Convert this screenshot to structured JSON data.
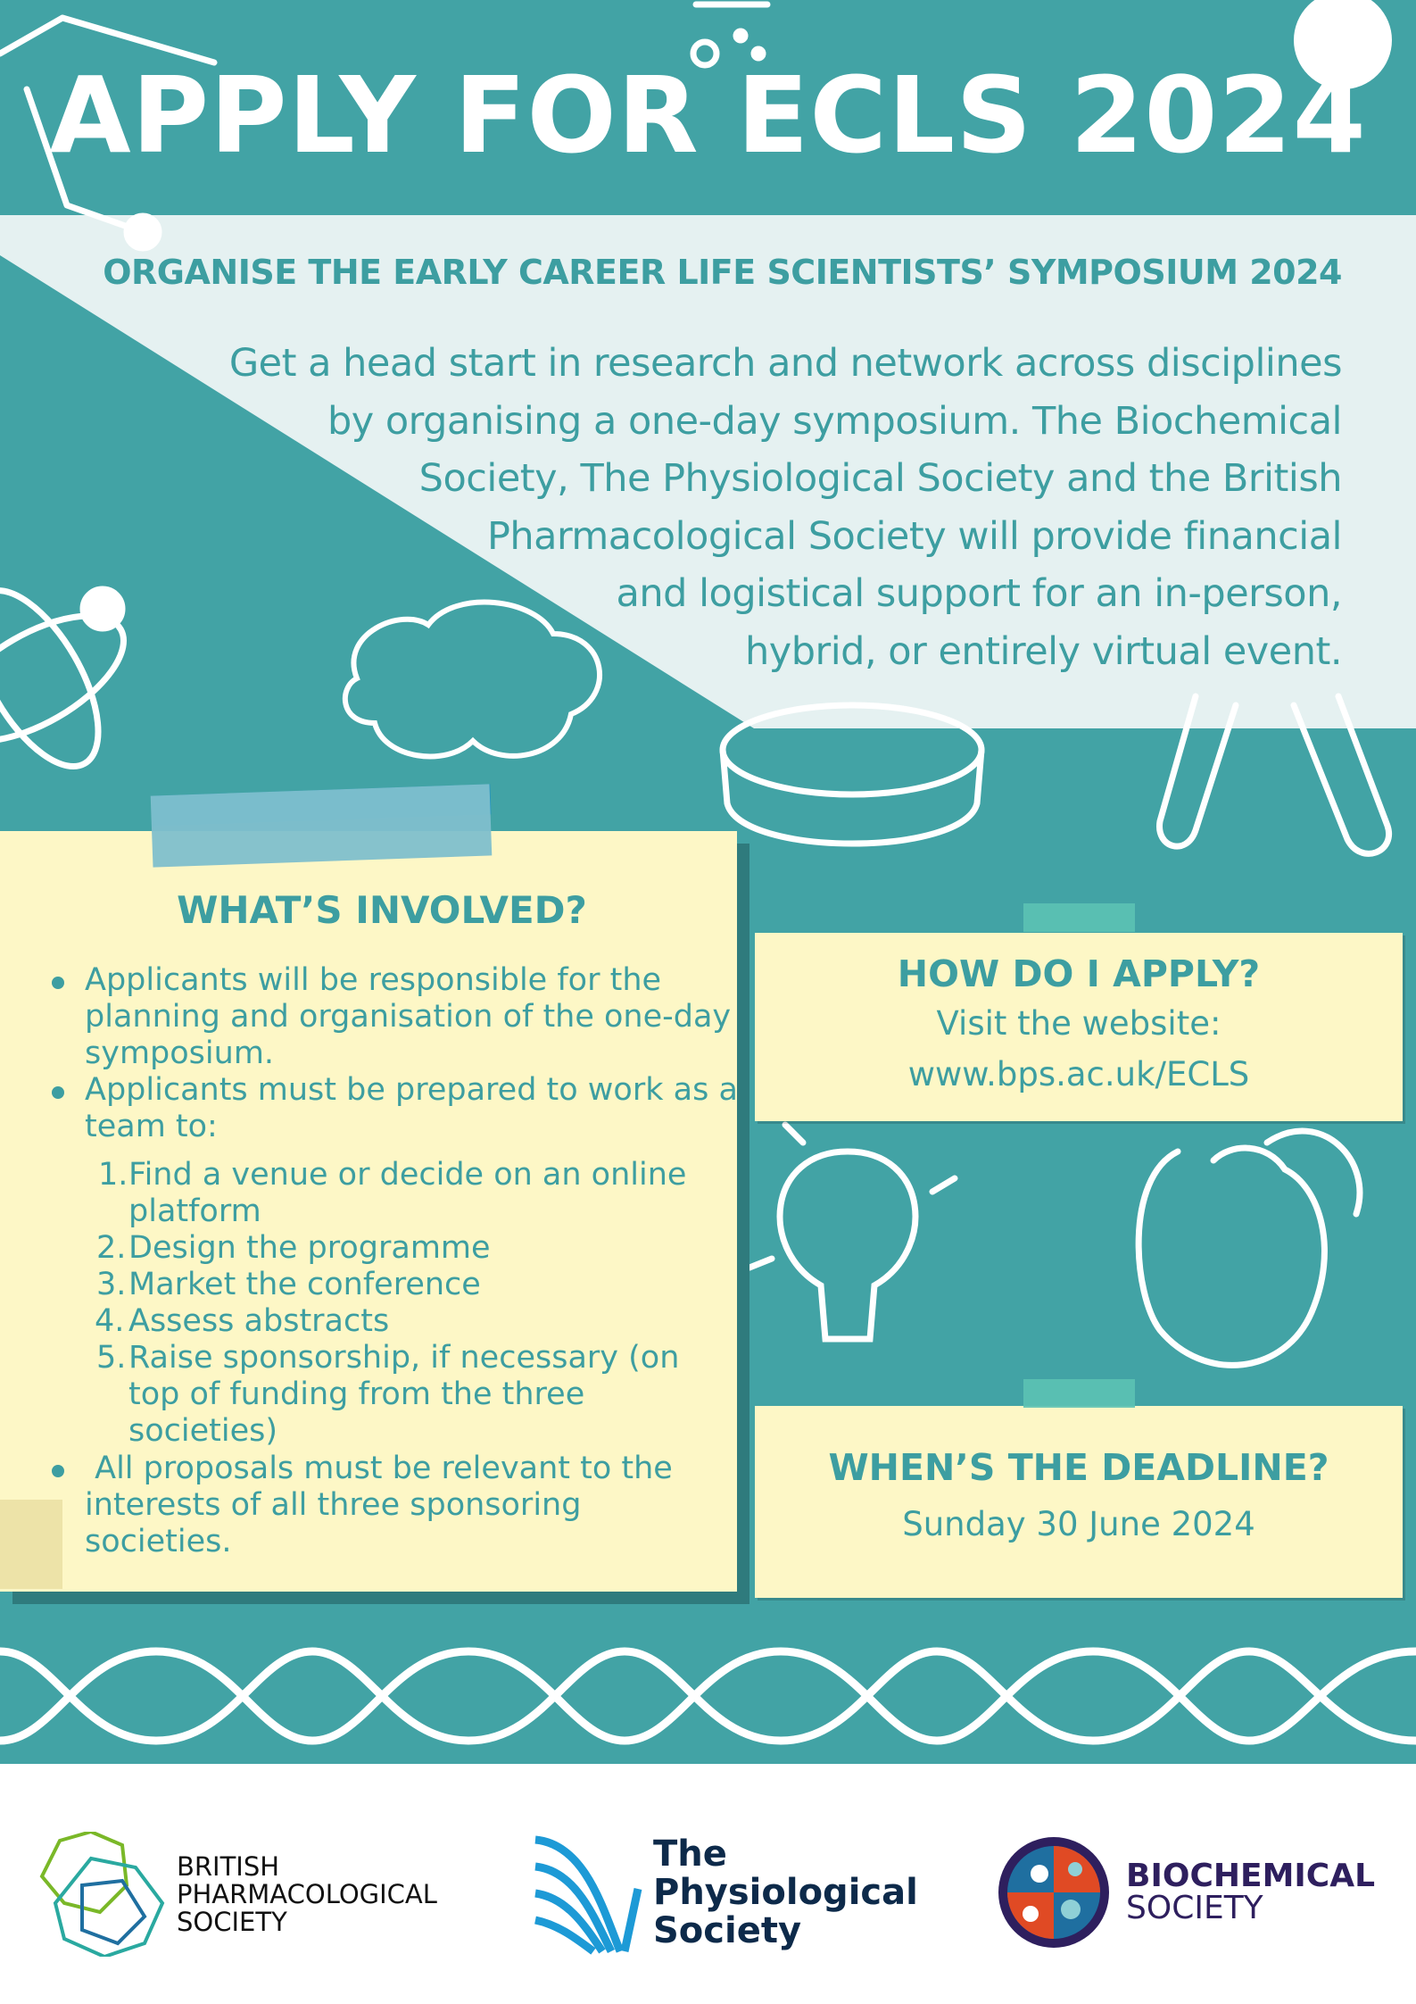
{
  "header": {
    "title": "APPLY FOR ECLS 2024"
  },
  "intro": {
    "subtitle": "ORGANISE THE EARLY CAREER LIFE SCIENTISTS’ SYMPOSIUM 2024",
    "lines": [
      "Get a head start in research and network across disciplines",
      "by organising a one-day symposium. The Biochemical",
      "Society, The Physiological Society and the British",
      "Pharmacological Society will provide financial",
      "and logistical support for an in-person,",
      "hybrid, or entirely virtual event."
    ]
  },
  "involved": {
    "heading": "WHAT’S INVOLVED?",
    "bullet1": [
      "Applicants will be responsible for the",
      "planning and organisation of the one-day",
      "symposium."
    ],
    "bullet2": [
      "Applicants must be prepared to work as a",
      "team to:"
    ],
    "steps": [
      {
        "n": "1.",
        "lines": [
          "Find a venue or decide on an online",
          "platform"
        ]
      },
      {
        "n": "2.",
        "lines": [
          "Design the programme"
        ]
      },
      {
        "n": "3.",
        "lines": [
          "Market the conference"
        ]
      },
      {
        "n": "4.",
        "lines": [
          "Assess abstracts"
        ]
      },
      {
        "n": "5.",
        "lines": [
          "Raise sponsorship, if necessary (on",
          "top  of funding from the three",
          "societies)"
        ]
      }
    ],
    "bullet3": [
      " All proposals must be relevant to the",
      "interests of all three sponsoring",
      "societies."
    ]
  },
  "apply": {
    "heading": "HOW DO I APPLY?",
    "line1": "Visit the website:",
    "url": "www.bps.ac.uk/ECLS"
  },
  "deadline": {
    "heading": "WHEN’S THE DEADLINE?",
    "date": "Sunday 30 June 2024"
  },
  "logos": {
    "bps": [
      "BRITISH",
      "PHARMACOLOGICAL",
      "SOCIETY"
    ],
    "physiol": [
      "The",
      "Physiological",
      "Society"
    ],
    "biochem": [
      "BIOCHEMICAL",
      "SOCIETY"
    ]
  },
  "colors": {
    "teal": "#42a3a5",
    "text": "#3d9ea1",
    "note": "#fdf7c6",
    "navy": "#0d2a4a",
    "purple": "#2e1f5e"
  }
}
